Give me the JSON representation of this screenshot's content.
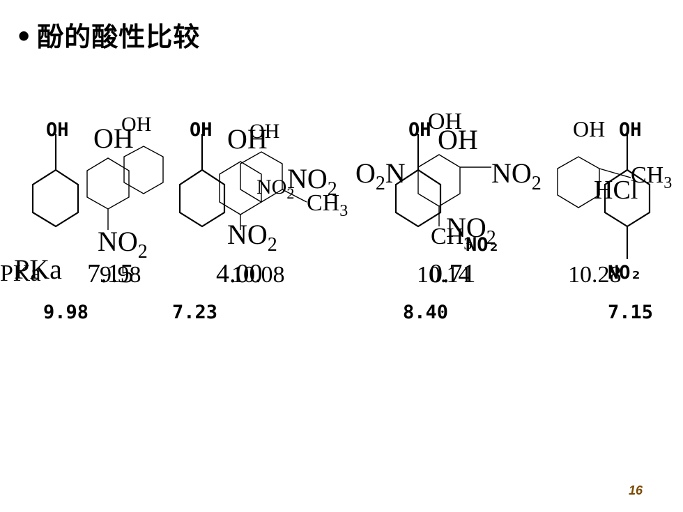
{
  "slide": {
    "bullet": "•",
    "title": "酚的酸性比较",
    "page_number": "16"
  },
  "labels": {
    "OH": "OH",
    "NO2_sub": "NO",
    "sub2": "2",
    "CH3": "CH",
    "sub3": "3",
    "O2N": "O",
    "N": "N",
    "HCl": "HCl"
  },
  "pka": {
    "prefix_a": "PKa",
    "prefix_b": "PKa",
    "row1": [
      "7.15",
      "4.00",
      "0.71",
      "10.28"
    ],
    "row1_shadow": [
      "9.98",
      "10.08",
      "10.14",
      "8"
    ],
    "row2": [
      "9.98",
      "7.23",
      "8.40",
      "7.15"
    ]
  },
  "scan_labels": {
    "OH": "OH",
    "NO2": "NO₂"
  }
}
